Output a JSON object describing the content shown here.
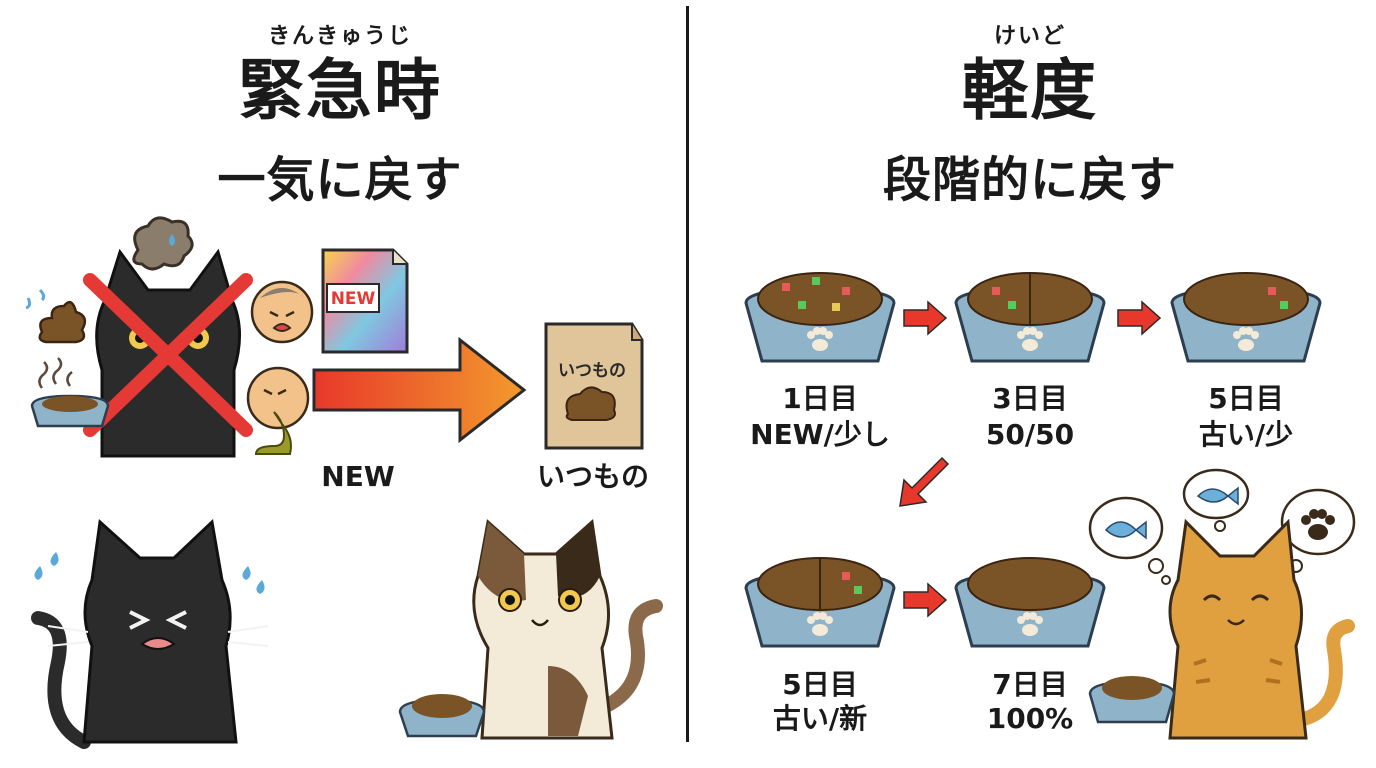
{
  "left": {
    "ruby": "きんきゅうじ",
    "title": "緊急時",
    "subtitle": "一気に戻す",
    "bag_new_text": "NEW",
    "bag_usual_text": "いつもの",
    "label_new": "NEW",
    "label_usual": "いつもの"
  },
  "right": {
    "ruby": "けいど",
    "title": "軽度",
    "subtitle": "段階的に戻す",
    "steps": [
      {
        "day": "1日目",
        "ratio": "NEW/少し"
      },
      {
        "day": "3日目",
        "ratio": "50/50"
      },
      {
        "day": "5日目",
        "ratio": "古い/少"
      },
      {
        "day": "5日目",
        "ratio": "古い/新"
      },
      {
        "day": "7日目",
        "ratio": "100%"
      }
    ]
  },
  "colors": {
    "bowl": "#8fb3c9",
    "food": "#7a5426",
    "arrow": "#e8382b",
    "cross": "#e53935",
    "black_cat": "#2b2b2b",
    "orange_cat": "#e0a040"
  }
}
